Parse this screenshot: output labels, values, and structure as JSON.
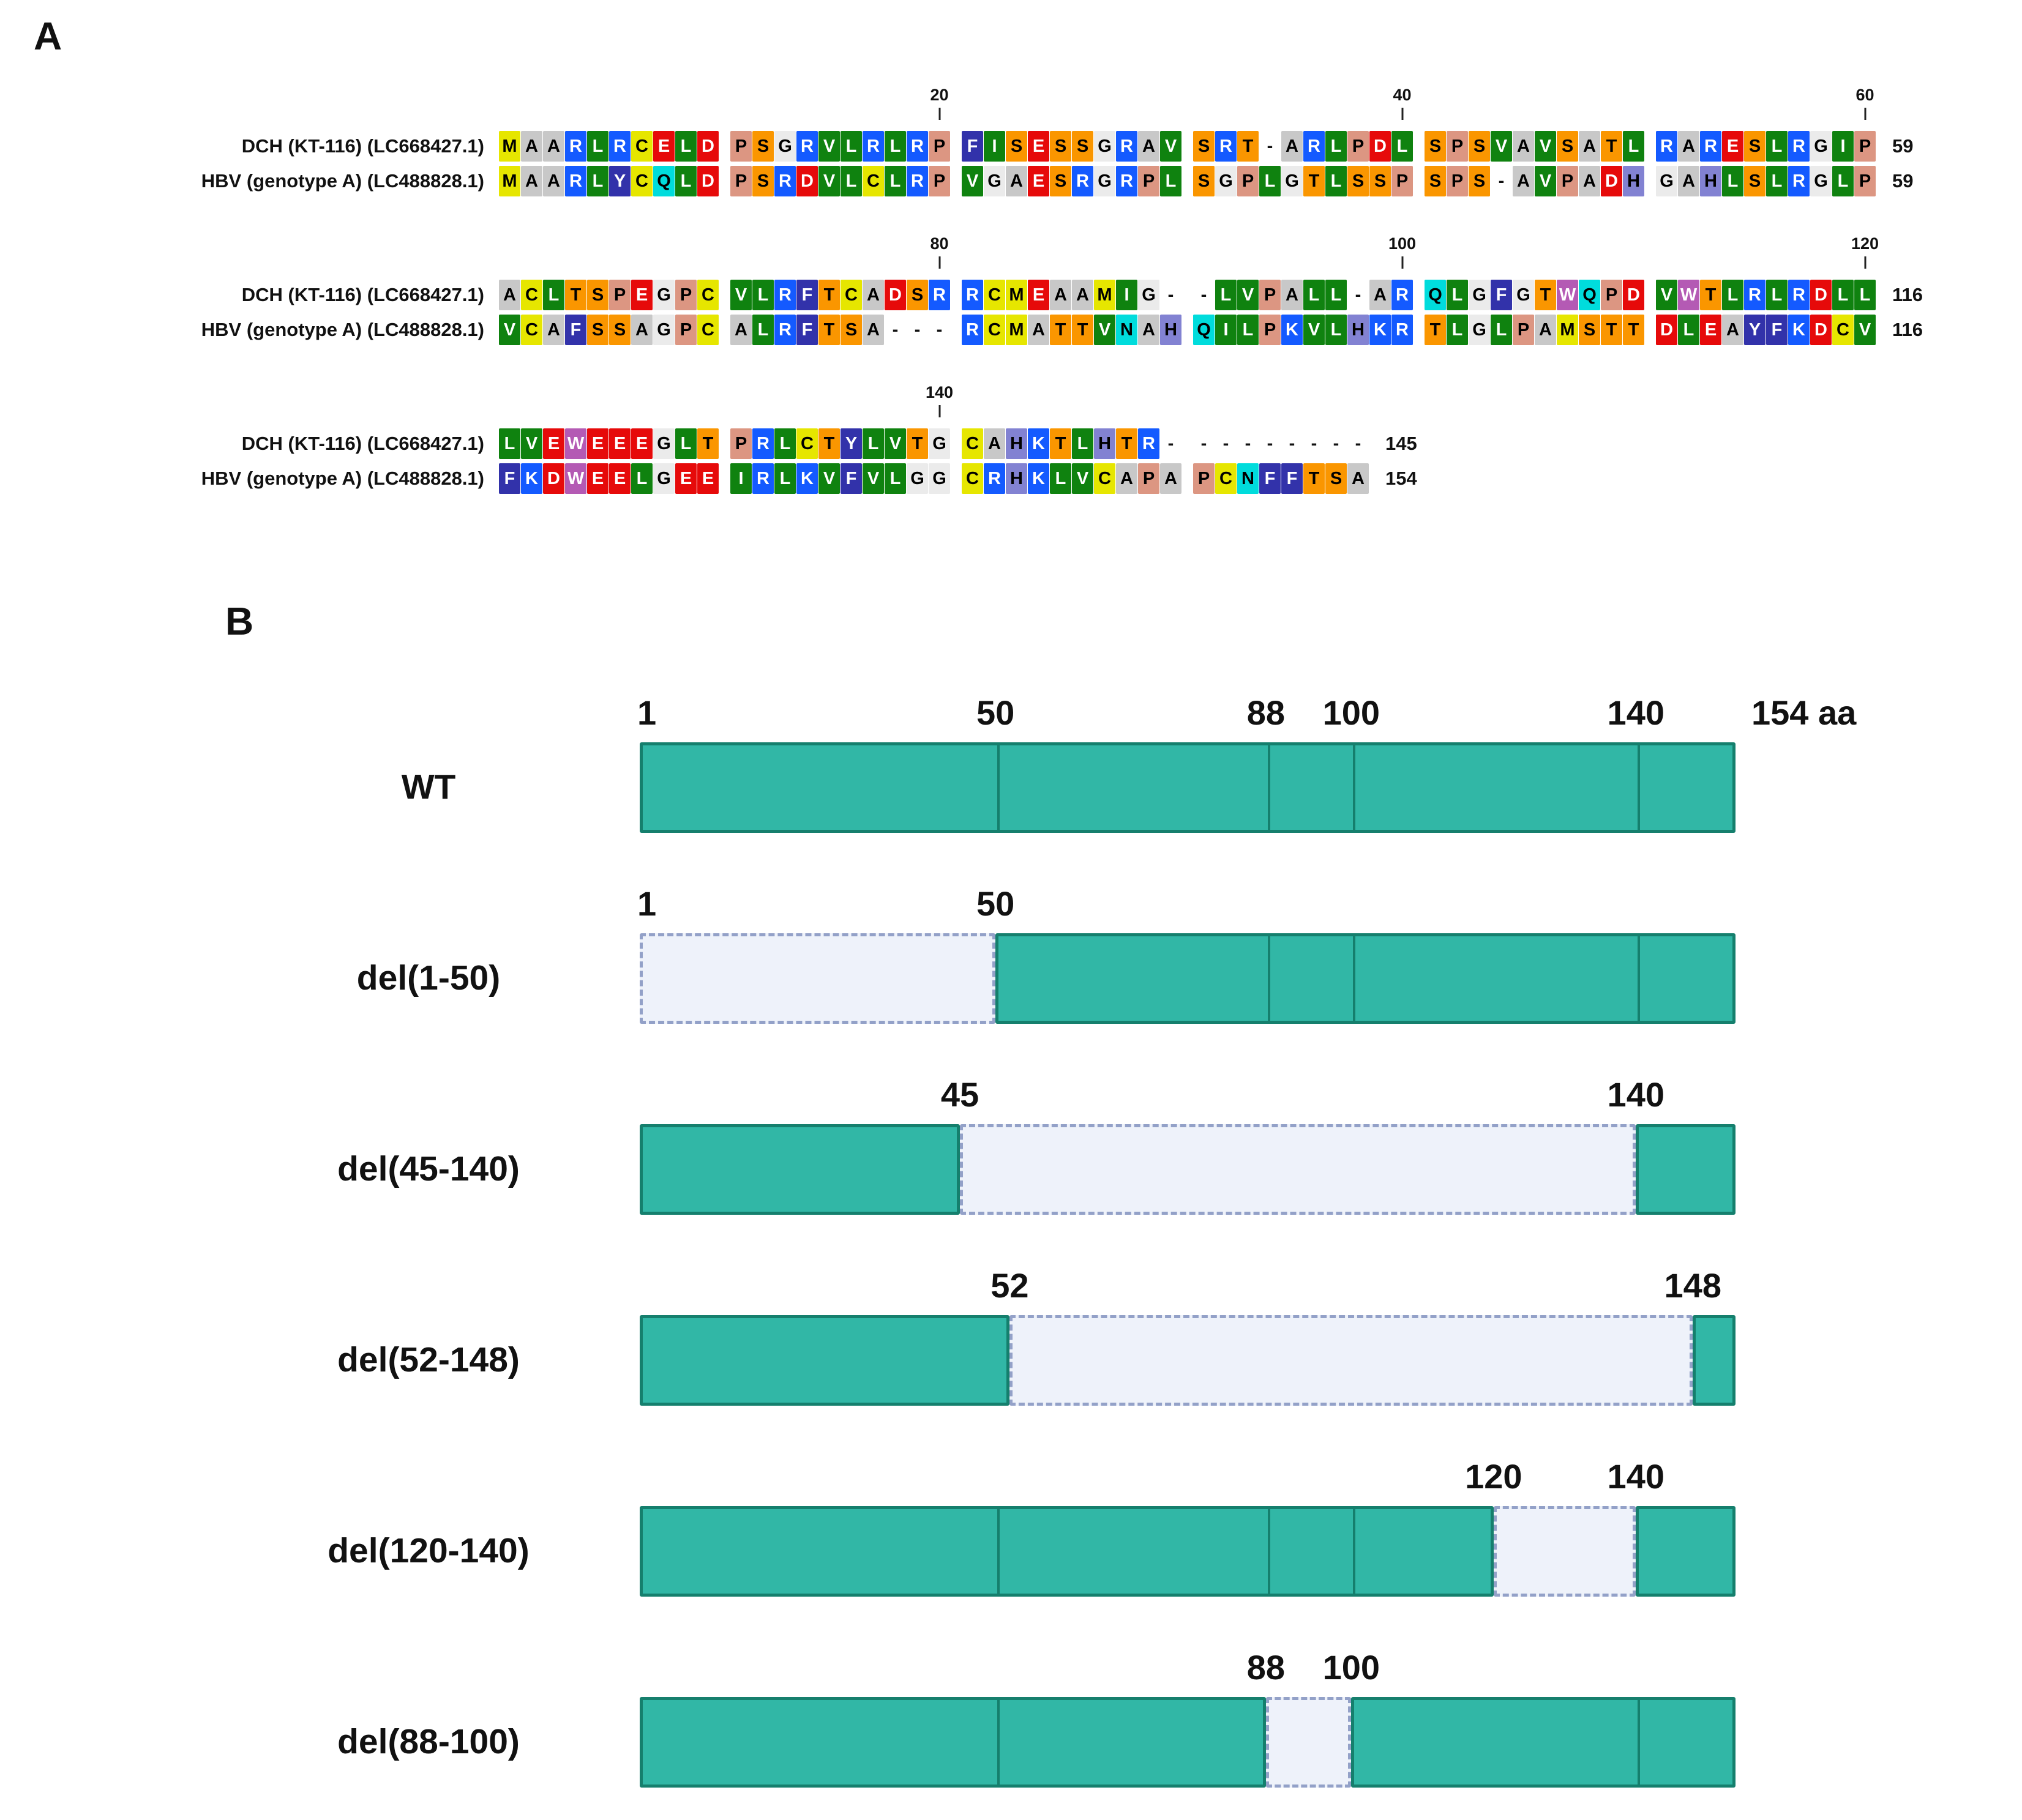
{
  "figure": {
    "panelA": {
      "label": "A",
      "colors": {
        "A": "#C8C8C8",
        "R": "#145AFF",
        "N": "#00DCDC",
        "D": "#E60A0A",
        "C": "#E6E600",
        "Q": "#00DCDC",
        "E": "#E60A0A",
        "G": "#EBEBEB",
        "H": "#8282D2",
        "I": "#0F820F",
        "L": "#0F820F",
        "K": "#145AFF",
        "M": "#E6E600",
        "F": "#3232AA",
        "P": "#DC9682",
        "S": "#FA9600",
        "T": "#FA9600",
        "W": "#B45AB4",
        "Y": "#3232AA",
        "V": "#0F820F"
      },
      "blocks": [
        {
          "ticks": [
            {
              "col": 20,
              "label": "20"
            },
            {
              "col": 40,
              "label": "40"
            },
            {
              "col": 60,
              "label": "60"
            }
          ],
          "rows": [
            {
              "label": "DCH (KT-116) (LC668427.1)",
              "seq": "MAARLRCELD PSGRVLRLRP FISESSGRAV SRT-ARLPDL SPSVAVSATL RARESLRGIP",
              "end": "59"
            },
            {
              "label": "HBV (genotype A) (LC488828.1)",
              "seq": "MAARLYCQLD PSRDVLCLRP VGAESRGRPL SGPLGTLSSP SPS-AVPADH GAHLSLRGLP",
              "end": "59"
            }
          ]
        },
        {
          "ticks": [
            {
              "col": 20,
              "label": "80"
            },
            {
              "col": 40,
              "label": "100"
            },
            {
              "col": 60,
              "label": "120"
            }
          ],
          "rows": [
            {
              "label": "DCH (KT-116) (LC668427.1)",
              "seq": "ACLTSPEGPC VLRFTCADSR RCMEAAMIG- -LVPALL-AR QLGFGTWQPD VWTLRLRDLL",
              "end": "116"
            },
            {
              "label": "HBV (genotype A) (LC488828.1)",
              "seq": "VCAFSSAGPC ALRFTSA--- RCMATTVNAH QILPKVLHKR TLGLPAMSTT DLEAYFKDCV",
              "end": "116"
            }
          ]
        },
        {
          "ticks": [
            {
              "col": 20,
              "label": "140"
            }
          ],
          "rows": [
            {
              "label": "DCH (KT-116) (LC668427.1)",
              "seq": "LVEWEEEGLT PRLCTYLVTG CAHKTLHTR- --------",
              "end": "145"
            },
            {
              "label": "HBV (genotype A) (LC488828.1)",
              "seq": "FKDWEELGEE IRLKVFVLGG CRHKLVCAPA PCNFFTSA",
              "end": "154"
            }
          ]
        }
      ]
    },
    "panelB": {
      "label": "B",
      "length_aa": 154,
      "colors": {
        "solid_fill": "#31B7A6",
        "solid_border": "#157F6D",
        "deleted_fill": "#EEF2FA",
        "deleted_border": "#93A1C8"
      },
      "constructs": [
        {
          "name": "WT",
          "markers": [
            1,
            50,
            88,
            100,
            140
          ],
          "end_marker": "154 aa",
          "segments": [
            {
              "type": "solid",
              "start": 0,
              "end": 154,
              "dividers": [
                50,
                88,
                100,
                140
              ]
            }
          ]
        },
        {
          "name": "del(1-50)",
          "markers": [
            1,
            50
          ],
          "segments": [
            {
              "type": "deleted",
              "start": 0,
              "end": 50
            },
            {
              "type": "solid",
              "start": 50,
              "end": 154,
              "dividers": [
                88,
                100,
                140
              ]
            }
          ]
        },
        {
          "name": "del(45-140)",
          "markers": [
            45,
            140
          ],
          "segments": [
            {
              "type": "solid",
              "start": 0,
              "end": 45
            },
            {
              "type": "deleted",
              "start": 45,
              "end": 140
            },
            {
              "type": "solid",
              "start": 140,
              "end": 154
            }
          ]
        },
        {
          "name": "del(52-148)",
          "markers": [
            52,
            148
          ],
          "segments": [
            {
              "type": "solid",
              "start": 0,
              "end": 52
            },
            {
              "type": "deleted",
              "start": 52,
              "end": 148
            },
            {
              "type": "solid",
              "start": 148,
              "end": 154
            }
          ]
        },
        {
          "name": "del(120-140)",
          "markers": [
            120,
            140
          ],
          "segments": [
            {
              "type": "solid",
              "start": 0,
              "end": 120,
              "dividers": [
                50,
                88,
                100
              ]
            },
            {
              "type": "deleted",
              "start": 120,
              "end": 140
            },
            {
              "type": "solid",
              "start": 140,
              "end": 154
            }
          ]
        },
        {
          "name": "del(88-100)",
          "markers": [
            88,
            100
          ],
          "segments": [
            {
              "type": "solid",
              "start": 0,
              "end": 88,
              "dividers": [
                50
              ]
            },
            {
              "type": "deleted",
              "start": 88,
              "end": 100
            },
            {
              "type": "solid",
              "start": 100,
              "end": 154,
              "dividers": [
                140
              ]
            }
          ]
        }
      ]
    }
  }
}
